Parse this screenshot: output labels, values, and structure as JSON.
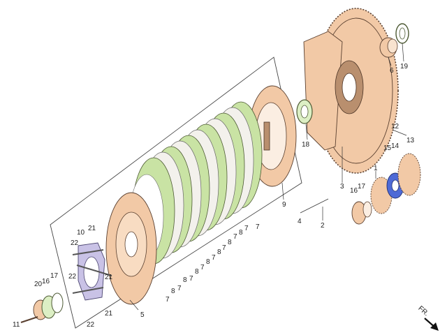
{
  "diagram": {
    "fr_marker": "FR.",
    "callouts": [
      {
        "id": "c1",
        "text": "1"
      },
      {
        "id": "c2",
        "text": "2"
      },
      {
        "id": "c3",
        "text": "3"
      },
      {
        "id": "c4",
        "text": "4"
      },
      {
        "id": "c5",
        "text": "5"
      },
      {
        "id": "c6",
        "text": "6"
      },
      {
        "id": "c9",
        "text": "9"
      },
      {
        "id": "c10",
        "text": "10"
      },
      {
        "id": "c11",
        "text": "11"
      },
      {
        "id": "c12",
        "text": "12"
      },
      {
        "id": "c13",
        "text": "13"
      },
      {
        "id": "c14",
        "text": "14"
      },
      {
        "id": "c15",
        "text": "15"
      },
      {
        "id": "c16a",
        "text": "16"
      },
      {
        "id": "c16b",
        "text": "16"
      },
      {
        "id": "c17a",
        "text": "17"
      },
      {
        "id": "c17b",
        "text": "17"
      },
      {
        "id": "c18",
        "text": "18"
      },
      {
        "id": "c19",
        "text": "19"
      },
      {
        "id": "c20",
        "text": "20"
      },
      {
        "id": "c21a",
        "text": "21"
      },
      {
        "id": "c21b",
        "text": "21"
      },
      {
        "id": "c21c",
        "text": "21"
      },
      {
        "id": "c22a",
        "text": "22"
      },
      {
        "id": "c22b",
        "text": "22"
      },
      {
        "id": "c22c",
        "text": "22"
      },
      {
        "id": "c7a",
        "text": "7"
      },
      {
        "id": "c7b",
        "text": "7"
      },
      {
        "id": "c7c",
        "text": "7"
      },
      {
        "id": "c7d",
        "text": "7"
      },
      {
        "id": "c7e",
        "text": "7"
      },
      {
        "id": "c7f",
        "text": "7"
      },
      {
        "id": "c7g",
        "text": "7"
      },
      {
        "id": "c7h",
        "text": "7"
      },
      {
        "id": "c7i",
        "text": "7"
      },
      {
        "id": "c8a",
        "text": "8"
      },
      {
        "id": "c8b",
        "text": "8"
      },
      {
        "id": "c8c",
        "text": "8"
      },
      {
        "id": "c8d",
        "text": "8"
      },
      {
        "id": "c8e",
        "text": "8"
      },
      {
        "id": "c8f",
        "text": "8"
      },
      {
        "id": "c8g",
        "text": "8"
      }
    ]
  }
}
